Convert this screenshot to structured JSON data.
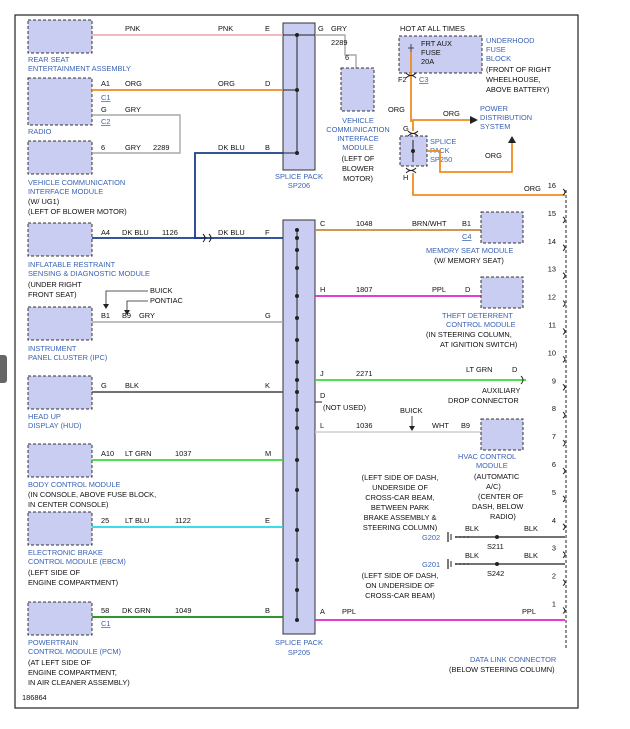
{
  "figure_id": "186864",
  "colors": {
    "pnk": "#f0a0b0",
    "org": "#f08c1e",
    "gry": "#a8a8a8",
    "dkblu": "#1a3c8c",
    "brnwht": "#c88a3a",
    "ppl": "#e020d0",
    "ltgrn": "#33dd33",
    "blk": "#444444",
    "ltblu": "#20d8e8",
    "dkgrn": "#118811",
    "module": "#c9cdf2",
    "label": "#3a63b5"
  },
  "splice_top": {
    "label1": "SPLICE PACK",
    "label2": "SP206"
  },
  "splice_bottom": {
    "label1": "SPLICE PACK",
    "label2": "SP205"
  },
  "splice_250": {
    "label1": "SPLICE",
    "label2": "PACK",
    "label3": "SP250"
  },
  "fuse": {
    "hot": "HOT AT ALL TIMES",
    "line1": "FRT AUX",
    "line2": "FUSE",
    "line3": "20A",
    "f2": "F2",
    "c3": "C3",
    "block1": "UNDERHOOD",
    "block2": "FUSE",
    "block3": "BLOCK",
    "loc1": "(FRONT OF RIGHT",
    "loc2": "WHEELHOUSE,",
    "loc3": "ABOVE BATTERY)"
  },
  "power": {
    "line1": "POWER",
    "line2": "DISTRIBUTION",
    "line3": "SYSTEM"
  },
  "vcim_top": {
    "line1": "VEHICLE",
    "line2": "COMMUNICATION",
    "line3": "INTERFACE",
    "line4": "MODULE",
    "loc1": "(LEFT OF",
    "loc2": "BLOWER",
    "loc3": "MOTOR)",
    "pin": "6"
  },
  "wires": {
    "rse": {
      "c1": "PNK",
      "c2": "PNK",
      "pin": "E"
    },
    "radio_a1": {
      "pin": "A1",
      "color": "ORG",
      "c2": "ORG",
      "spin": "D"
    },
    "radio_g": {
      "pin": "G",
      "color": "GRY"
    },
    "vcim": {
      "pin": "6",
      "color": "GRY",
      "circuit": "2289"
    },
    "dkblu_top": {
      "color": "DK BLU",
      "pin": "B"
    },
    "gry_top": {
      "pin": "G",
      "color": "GRY",
      "circuit": "2289"
    },
    "sp250": {
      "top_color": "ORG",
      "top_color2": "ORG",
      "right_color": "ORG",
      "g": "G",
      "h": "H",
      "org_right": "ORG",
      "pin16": "16"
    },
    "sdm": {
      "pin": "A4",
      "color": "DK BLU",
      "circuit": "1126",
      "color2": "DK BLU",
      "spin": "F"
    },
    "ipc": {
      "pin": "B1",
      "pin2": "B9",
      "color": "GRY",
      "spin": "G",
      "buick": "BUICK",
      "pontiac": "PONTIAC"
    },
    "hud": {
      "pin": "G",
      "color": "BLK",
      "spin": "K"
    },
    "bcm": {
      "pin": "A10",
      "color": "LT GRN",
      "circuit": "1037",
      "spin": "M"
    },
    "ebcm": {
      "pin": "25",
      "color": "LT BLU",
      "circuit": "1122",
      "spin": "E"
    },
    "pcm": {
      "pin": "58",
      "color": "DK GRN",
      "circuit": "1049",
      "spin": "B"
    },
    "mem": {
      "spin": "C",
      "circuit": "1048",
      "color": "BRN/WHT",
      "pin": "B1",
      "conn": "C4"
    },
    "theft": {
      "spin": "H",
      "circuit": "1807",
      "color": "PPL",
      "pin": "D"
    },
    "aux": {
      "spin": "J",
      "circuit": "2271",
      "color": "LT GRN",
      "pin": "D"
    },
    "notused": {
      "spin": "D",
      "text": "(NOT USED)"
    },
    "hvac": {
      "spin": "L",
      "circuit": "1036",
      "color": "WHT",
      "pin": "B9",
      "buick": "BUICK"
    },
    "dlc": {
      "spin": "A",
      "color": "PPL",
      "color2": "PPL"
    }
  },
  "left_modules": {
    "rse": {
      "line1": "REAR SEAT",
      "line2": "ENTERTAINMENT ASSEMBLY"
    },
    "radio": {
      "line1": "RADIO",
      "c1": "C1",
      "c2": "C2"
    },
    "vcim": {
      "line1": "VEHICLE COMMUNICATION",
      "line2": "INTERFACE MODULE",
      "loc1": "(W/ UG1)",
      "loc2": "(LEFT OF BLOWER MOTOR)"
    },
    "sdm": {
      "line1": "INFLATABLE RESTRAINT",
      "line2": "SENSING & DIAGNOSTIC MODULE",
      "loc1": "(UNDER RIGHT",
      "loc2": "FRONT SEAT)"
    },
    "ipc": {
      "line1": "INSTRUMENT",
      "line2": "PANEL CLUSTER (IPC)"
    },
    "hud": {
      "line1": "HEAD UP",
      "line2": "DISPLAY (HUD)"
    },
    "bcm": {
      "line1": "BODY CONTROL MODULE",
      "loc1": "(IN CONSOLE, ABOVE FUSE BLOCK,",
      "loc2": "IN CENTER CONSOLE)"
    },
    "ebcm": {
      "line1": "ELECTRONIC BRAKE",
      "line2": "CONTROL MODULE (EBCM)",
      "loc1": "(LEFT SIDE OF",
      "loc2": "ENGINE COMPARTMENT)"
    },
    "pcm": {
      "line1": "POWERTRAIN",
      "line2": "CONTROL MODULE (PCM)",
      "c1": "C1",
      "loc1": "(AT LEFT SIDE OF",
      "loc2": "ENGINE COMPARTMENT,",
      "loc3": "IN AIR CLEANER ASSEMBLY)"
    }
  },
  "right_modules": {
    "mem": {
      "line1": "MEMORY SEAT MODULE",
      "loc1": "(W/ MEMORY SEAT)"
    },
    "theft": {
      "line1": "THEFT DETERRENT",
      "line2": "CONTROL MODULE",
      "loc1": "(IN STEERING COLUMN,",
      "loc2": "AT IGNITION SWITCH)"
    },
    "aux": {
      "line1": "AUXILIARY",
      "line2": "DROP CONNECTOR"
    },
    "hvac": {
      "line1": "HVAC CONTROL",
      "line2": "MODULE",
      "loc1": "(AUTOMATIC",
      "loc2": "A/C)",
      "loc3": "(CENTER OF",
      "loc4": "DASH, BELOW",
      "loc5": "RADIO)"
    },
    "dlc": {
      "line1": "DATA LINK CONNECTOR",
      "loc1": "(BELOW STEERING COLUMN)"
    }
  },
  "grounds": {
    "g202_loc": [
      "(LEFT SIDE OF DASH,",
      "UNDERSIDE OF",
      "CROSS-CAR BEAM,",
      "BETWEEN PARK",
      "BRAKE ASSEMBLY &",
      "STEERING COLUMN)"
    ],
    "g202": "G202",
    "s211": "S211",
    "blk1": "BLK",
    "blk2": "BLK",
    "g201": "G201",
    "s242": "S242",
    "blk3": "BLK",
    "blk4": "BLK",
    "g201_loc": [
      "(LEFT SIDE OF DASH,",
      "ON UNDERSIDE OF",
      "CROSS-CAR BEAM)"
    ]
  },
  "dlc_pins": [
    "16",
    "15",
    "14",
    "13",
    "12",
    "11",
    "10",
    "9",
    "8",
    "7",
    "6",
    "5",
    "4",
    "3",
    "2",
    "1"
  ]
}
